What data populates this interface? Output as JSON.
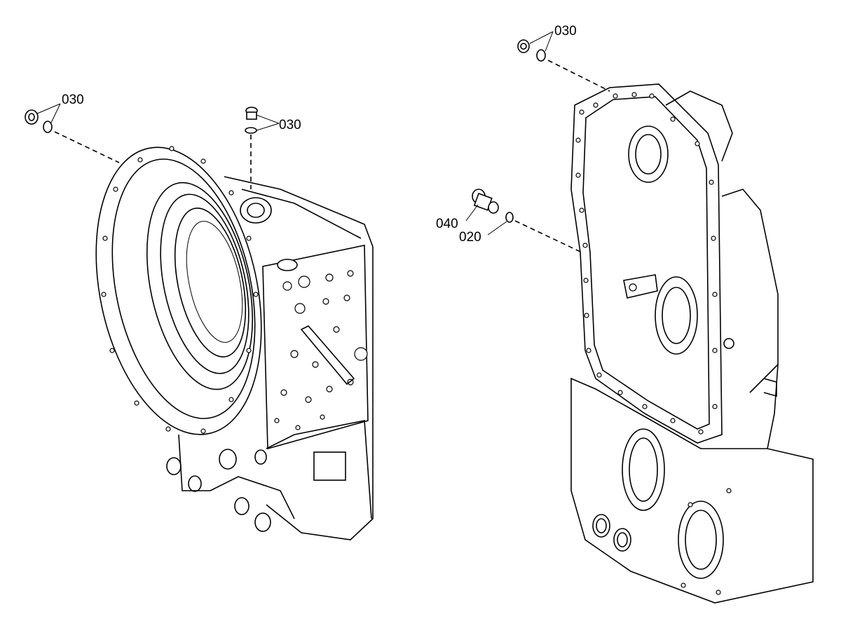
{
  "callouts": [
    {
      "id": "c1",
      "text": "030"
    },
    {
      "id": "c2",
      "text": "030"
    },
    {
      "id": "c3",
      "text": "030"
    },
    {
      "id": "c4",
      "text": "040"
    },
    {
      "id": "c5",
      "text": "020"
    }
  ],
  "colors": {
    "line": "#000000",
    "background": "#ffffff"
  }
}
